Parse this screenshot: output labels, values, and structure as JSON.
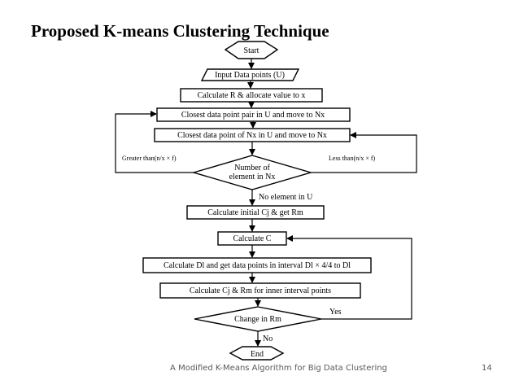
{
  "slide": {
    "title": "Proposed K-means Clustering Technique",
    "footer": "A Modified K-Means Algorithm  for Big Data Clustering",
    "page_number": "14"
  },
  "flowchart": {
    "start": "Start",
    "input": "Input Data points (U)",
    "calc_r": "Calculate R & allocate value to x",
    "closest_pair": "Closest data point pair in U and move to Nx",
    "closest_point": "Closest data point of Nx in U and move to Nx",
    "decision_line1": "Number of",
    "decision_line2": "element in Nx",
    "greater_than": "Greater than(n/x × f)",
    "less_than": "Less than(n/x × f)",
    "no_element": "No element in U",
    "calc_initial": "Calculate initial Cj & get Rm",
    "calc_c": "Calculate C",
    "calc_dl": "Calculate Dl and get data points in interval Dl × 4/4 to Dl",
    "calc_cj_rm": "Calculate Cj & Rm for inner interval points",
    "change_rm": "Change in Rm",
    "yes": "Yes",
    "no": "No",
    "end": "End"
  }
}
